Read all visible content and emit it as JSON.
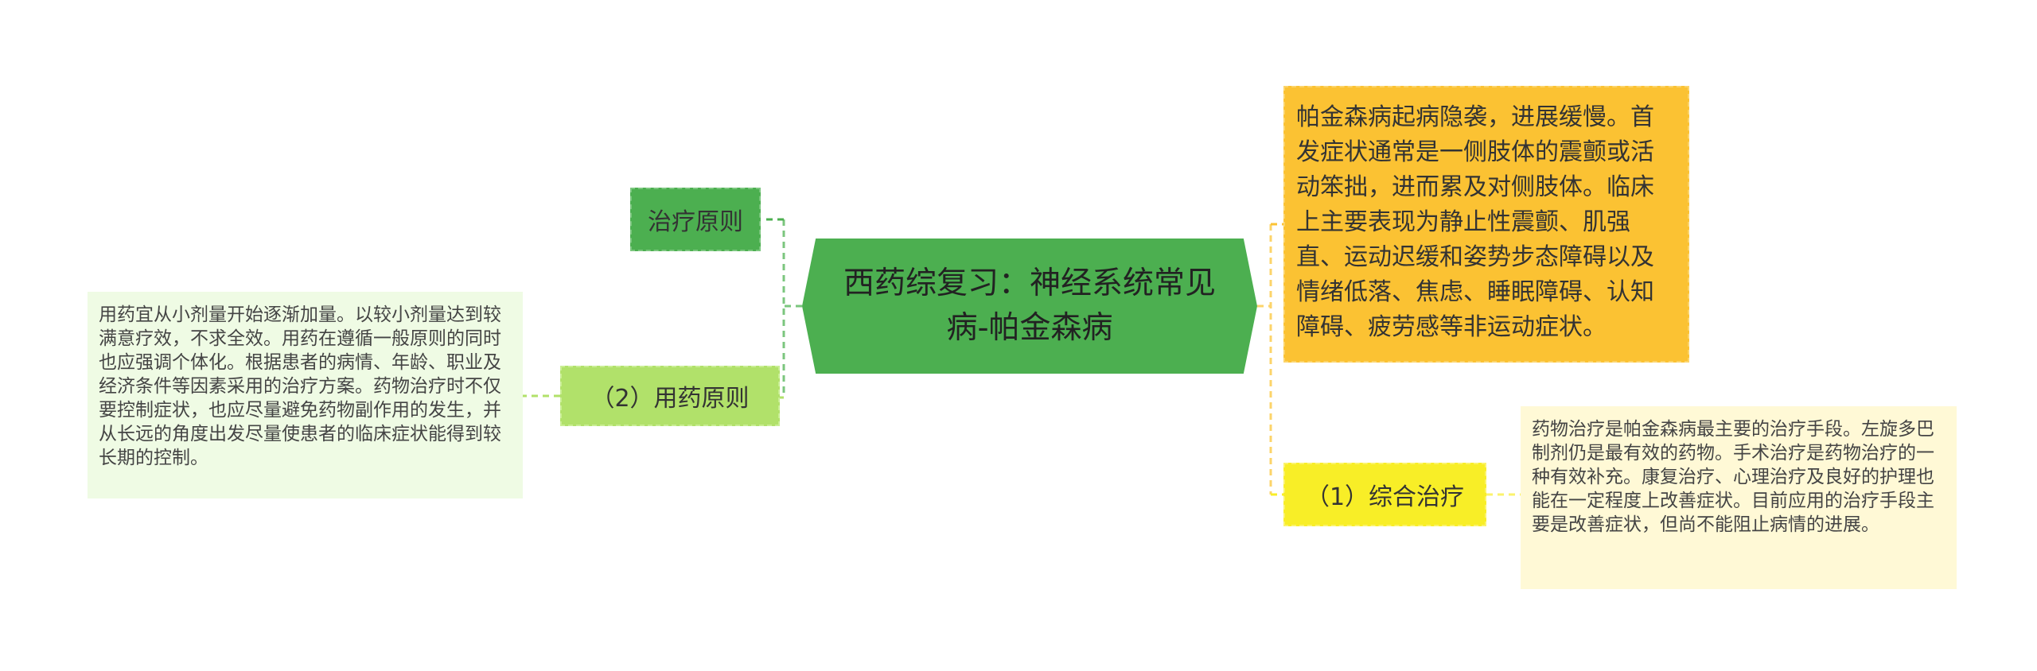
{
  "root": {
    "label": "西药综复习：神经系统常见病-帕金森病",
    "color": "#4caf50"
  },
  "left_branches": [
    {
      "label": "治疗原则",
      "color": "#4caf50"
    },
    {
      "label": "（2）用药原则",
      "color": "#b1e16a",
      "detail": "用药宜从小剂量开始逐渐加量。以较小剂量达到较满意疗效，不求全效。用药在遵循一般原则的同时也应强调个体化。根据患者的病情、年龄、职业及经济条件等因素采用的治疗方案。药物治疗时不仅要控制症状，也应尽量避免药物副作用的发生，并从长远的角度出发尽量使患者的临床症状能得到较长期的控制。"
    }
  ],
  "right_branches": [
    {
      "label": "帕金森病起病隐袭，进展缓慢。首发症状通常是一侧肢体的震颤或活动笨拙，进而累及对侧肢体。临床上主要表现为静止性震颤、肌强直、运动迟缓和姿势步态障碍以及情绪低落、焦虑、睡眠障碍、认知障碍、疲劳感等非运动症状。",
      "color": "#fbc233"
    },
    {
      "label": "（1）综合治疗",
      "color": "#f8ee27",
      "detail": "药物治疗是帕金森病最主要的治疗手段。左旋多巴制剂仍是最有效的药物。手术治疗是药物治疗的一种有效补充。康复治疗、心理治疗及良好的护理也能在一定程度上改善症状。目前应用的治疗手段主要是改善症状，但尚不能阻止病情的进展。"
    }
  ]
}
